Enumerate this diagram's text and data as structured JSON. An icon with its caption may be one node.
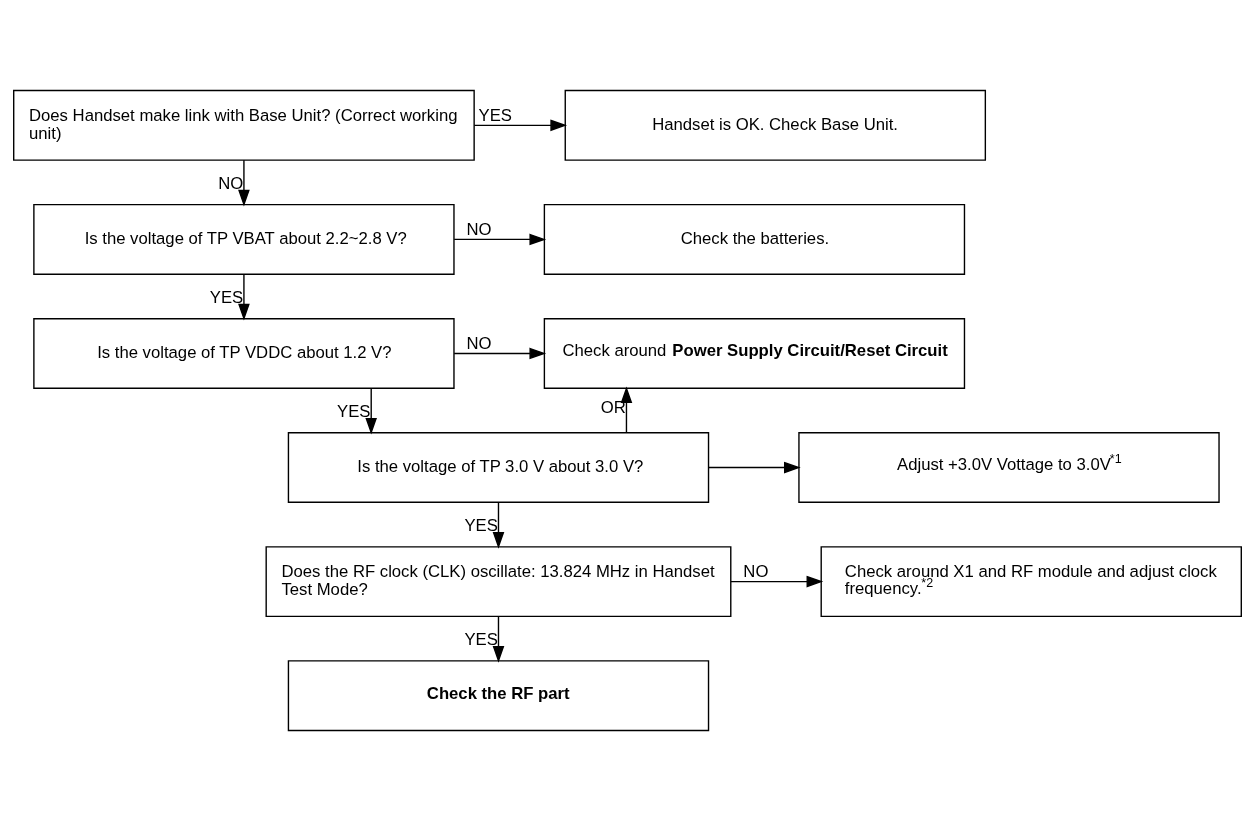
{
  "diagram": {
    "nodes": [
      {
        "text": [
          "Does Handset make link with Base Unit? (Correct working unit)"
        ]
      },
      {
        "text": [
          "Handset is OK. Check Base Unit."
        ]
      },
      {
        "text": [
          "Is the voltage of TP VBAT about 2.2~2.8 V?"
        ]
      },
      {
        "text": [
          "Check the batteries."
        ]
      },
      {
        "text": [
          "Is the voltage of TP VDDC about 1.2 V?"
        ]
      },
      {
        "text": [
          "Check around **Power Supply Circuit/Reset Circuit**"
        ]
      },
      {
        "text": [
          "Is the voltage of TP 3.0 V about 3.0 V?"
        ]
      },
      {
        "text": [
          "Adjust +3.0V Vottage to 3.0V$^{*1}$"
        ]
      },
      {
        "text": [
          "Does the RF clock (CLK) oscillate: 13.824 MHz in Handset Test Mode?"
        ]
      },
      {
        "text": [
          "Check around X1 and RF module and adjust clock frequency.$^{*2}$"
        ]
      },
      {
        "text": [
          "Check the RF part"
        ]
      }
    ],
    "edges": [
      {
        "from": 0,
        "to": 1,
        "arrow": "to",
        "label": "YES"
      },
      {
        "from": 0,
        "to": 2,
        "arrow": "to",
        "label": "NO"
      },
      {
        "from": 2,
        "to": 3,
        "arrow": "to",
        "label": "NO"
      },
      {
        "from": 2,
        "to": 4,
        "arrow": "to",
        "label": "YES"
      },
      {
        "from": 4,
        "to": 5,
        "arrow": "to",
        "label": "NO"
      },
      {
        "from": 4,
        "to": 6,
        "arrow": "to",
        "label": "YES"
      },
      {
        "from": 6,
        "to": 5,
        "arrow": "to",
        "label": "OR"
      },
      {
        "from": 6,
        "to": 7,
        "arrow": "to"
      },
      {
        "from": 6,
        "to": 8,
        "arrow": "to",
        "label": "YES"
      },
      {
        "from": 8,
        "to": 9,
        "arrow": "to",
        "label": "NO"
      },
      {
        "from": 8,
        "to": 10,
        "arrow": "to",
        "label": "YES"
      }
    ]
  }
}
